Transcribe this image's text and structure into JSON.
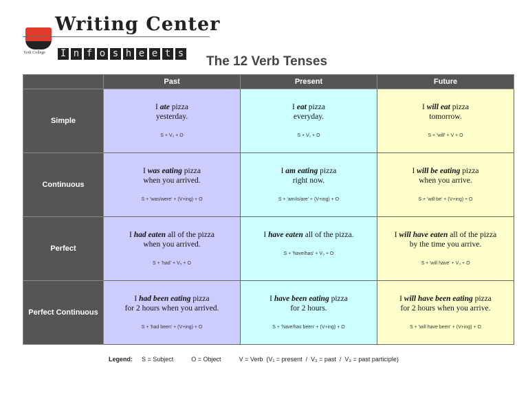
{
  "logo": {
    "org": "York College",
    "wordmark": "Writing Center",
    "series": "Infosheets"
  },
  "title": "The 12 Verb Tenses",
  "colors": {
    "past": "#ccccff",
    "present": "#ccffff",
    "future": "#ffffcc",
    "header": "#555555"
  },
  "columns": [
    "Past",
    "Present",
    "Future"
  ],
  "rows": [
    {
      "label": "Simple",
      "cells": [
        {
          "pre": "I ",
          "em": "ate",
          "post": " pizza",
          "line2": "yesterday.",
          "formula": "S + V₂ + O"
        },
        {
          "pre": "I ",
          "em": "eat",
          "post": " pizza",
          "line2": "everyday.",
          "formula": "S + V₁ + O"
        },
        {
          "pre": "I ",
          "em": "will eat",
          "post": " pizza",
          "line2": "tomorrow.",
          "formula": "S + 'will' + V + O"
        }
      ]
    },
    {
      "label": "Continuous",
      "cells": [
        {
          "pre": "I ",
          "em": "was eating",
          "post": " pizza",
          "line2": "when you arrived.",
          "formula": "S + 'was/were' + (V+ing) + O"
        },
        {
          "pre": "I ",
          "em": "am eating",
          "post": " pizza",
          "line2": "right now.",
          "formula": "S + 'am/is/are' + (V+ing) + O"
        },
        {
          "pre": "I ",
          "em": "will be eating",
          "post": " pizza",
          "line2": "when you arrive.",
          "formula": "S + 'will be' + (V+ing) + O"
        }
      ]
    },
    {
      "label": "Perfect",
      "cells": [
        {
          "pre": "I ",
          "em": "had eaten",
          "post": " all of the pizza",
          "line2": "when you arrived.",
          "formula": "S + 'had' + V₃ + O"
        },
        {
          "pre": "I ",
          "em": "have eaten",
          "post": " all of the pizza.",
          "line2": "",
          "formula": "S + 'have/has' + V₃ + O"
        },
        {
          "pre": "I ",
          "em": "will have eaten",
          "post": " all of the pizza",
          "line2": "by the time you arrive.",
          "formula": "S + 'will have' + V₃ + O"
        }
      ]
    },
    {
      "label": "Perfect Continuous",
      "cells": [
        {
          "pre": "I ",
          "em": "had been eating",
          "post": " pizza",
          "line2": "for 2 hours when you arrived.",
          "formula": "S + 'had been' + (V+ing) + O"
        },
        {
          "pre": "I ",
          "em": "have been eating",
          "post": " pizza",
          "line2": "for 2 hours.",
          "formula": "S + 'have/has been' + (V+ing) + O"
        },
        {
          "pre": "I ",
          "em": "will have been eating",
          "post": " pizza",
          "line2": "for 2 hours when you arrive.",
          "formula": "S + 'will have been' + (V+ing) + O"
        }
      ]
    }
  ],
  "legend": {
    "label": "Legend:",
    "s": "S = Subject",
    "o": "O = Object",
    "v": "V = Verb  (V₁ = present  /  V₂ = past  /  V₃ = past participle)"
  }
}
